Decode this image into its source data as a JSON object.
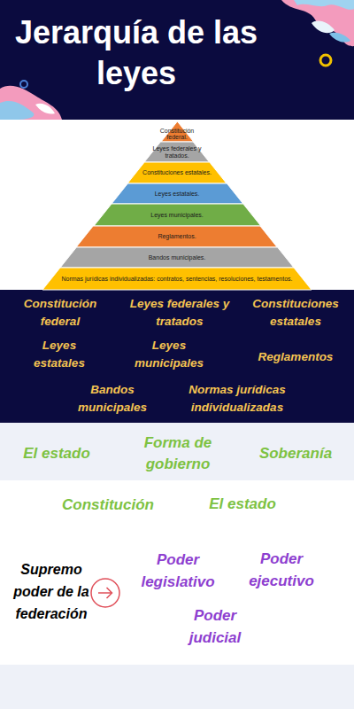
{
  "diagram": {
    "title": "Jerarquía de las leyes",
    "nodes": [
      {
        "text": [
          "Constitución federal."
        ]
      },
      {
        "text": [
          "Leyes federales y tratados."
        ]
      },
      {
        "text": [
          "Constituciones estatales."
        ]
      },
      {
        "text": [
          "Leyes estatales."
        ]
      },
      {
        "text": [
          "Leyes municipales."
        ]
      },
      {
        "text": [
          "Reglamentos."
        ]
      },
      {
        "text": [
          "Bandos municipales."
        ]
      },
      {
        "text": [
          "Normas jurídicas individualizadas: contratos, sentencias, resoluciones, testamentos."
        ]
      }
    ],
    "labels": [
      "Constitución federal",
      "Leyes federales y tratados",
      "Constituciones estatales",
      "Leyes estatales",
      "Leyes municipales",
      "Reglamentos",
      "Bandos municipales",
      "Normas jurídicas individualizadas",
      "El estado",
      "Forma de gobierno",
      "Soberanía",
      "Constitución",
      "El estado",
      "Supremo poder de la federación",
      "Poder legislativo",
      "Poder ejecutivo",
      "Poder judicial"
    ]
  }
}
